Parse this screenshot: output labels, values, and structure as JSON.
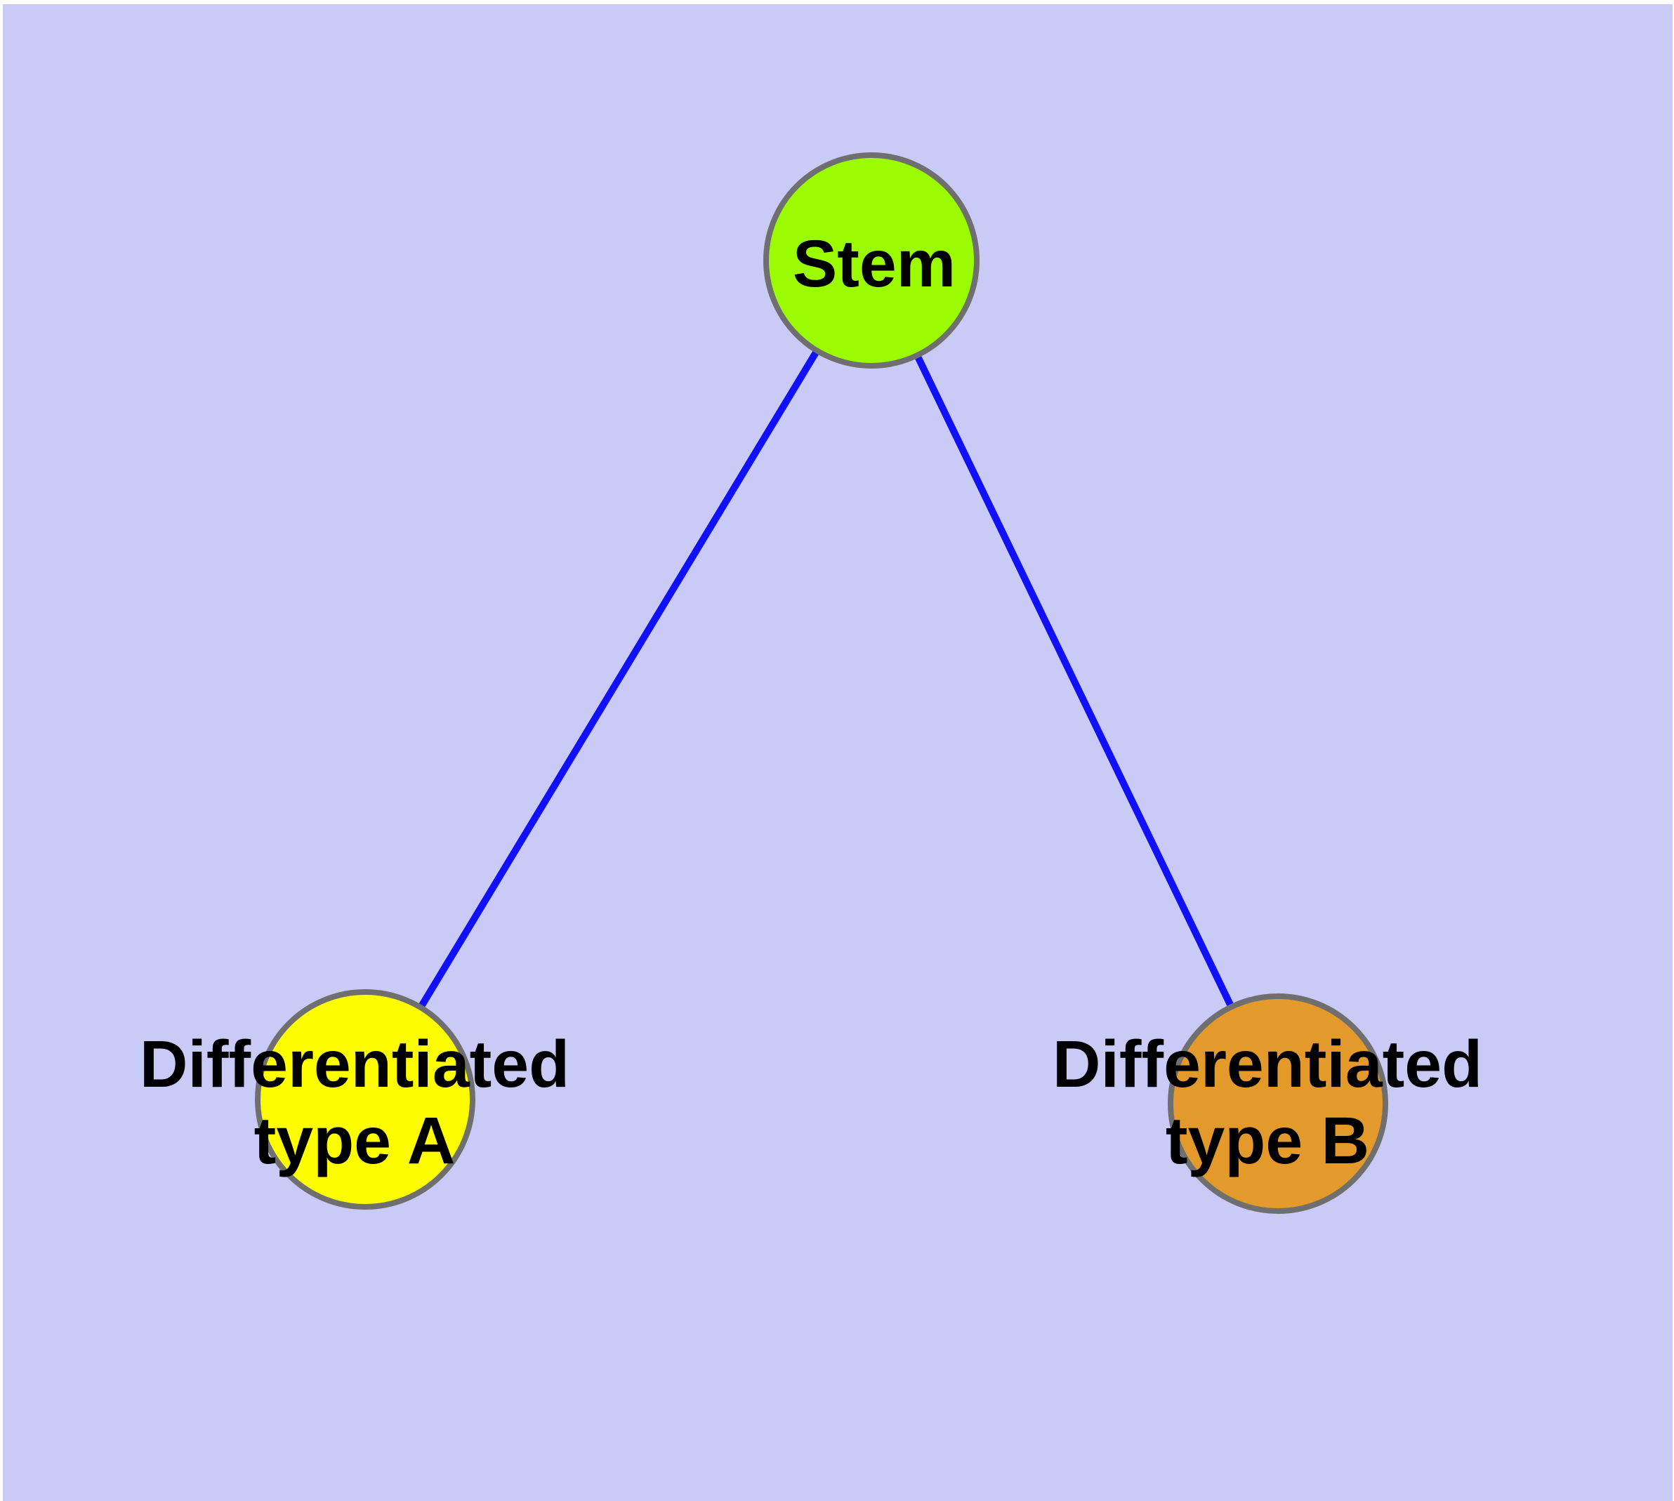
{
  "canvas": {
    "background_color": "#cacaf7",
    "frame_color": "#ffffff"
  },
  "graph": {
    "edge_color": "#1010fa",
    "node_stroke_color": "#6f6f6f",
    "text_color": "#000000",
    "nodes": [
      {
        "id": "stem",
        "label": "Stem",
        "line1": "Stem",
        "line2": "",
        "fill": "#9bfc02"
      },
      {
        "id": "type-a",
        "label": "Differentiated type A",
        "line1": "Differentiated",
        "line2": "type A",
        "fill": "#fdfd00"
      },
      {
        "id": "type-b",
        "label": "Differentiated type B",
        "line1": "Differentiated",
        "line2": "type B",
        "fill": "#e39a2b"
      }
    ],
    "edges": [
      {
        "from": "stem",
        "to": "type-a"
      },
      {
        "from": "stem",
        "to": "type-b"
      }
    ]
  }
}
